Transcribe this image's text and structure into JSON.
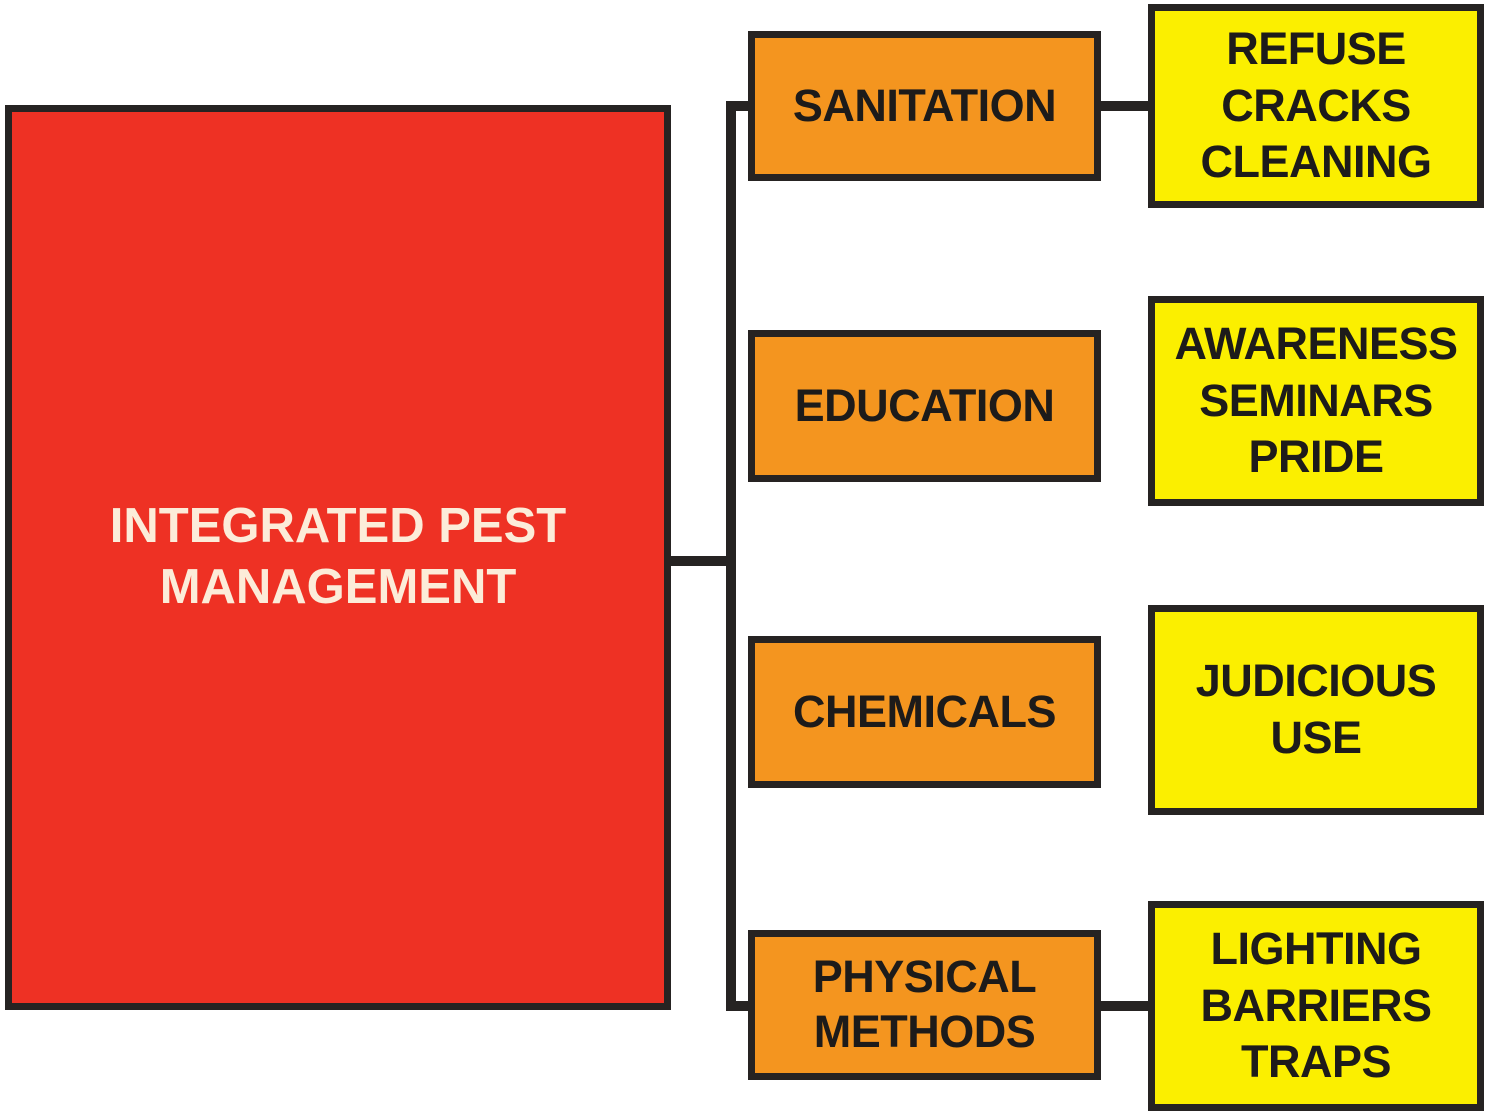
{
  "diagram": {
    "title": "Integrated Pest Management",
    "type": "hierarchy-tree",
    "colors": {
      "root_fill": "#ee3124",
      "root_text": "#fcecd9",
      "branch_fill": "#f4951f",
      "leaf_fill": "#fbef00",
      "border": "#262322",
      "text": "#1d1b1a",
      "background": "#ffffff"
    },
    "root": {
      "label": "INTEGRATED PEST MANAGEMENT"
    },
    "branches": [
      {
        "label": "SANITATION",
        "leaf": "REFUSE CRACKS CLEANING",
        "connected_to_trunk": true,
        "connected_to_leaf": true
      },
      {
        "label": "EDUCATION",
        "leaf": "AWARENESS SEMINARS PRIDE",
        "connected_to_trunk": false,
        "connected_to_leaf": false
      },
      {
        "label": "CHEMICALS",
        "leaf": "JUDICIOUS USE",
        "connected_to_trunk": false,
        "connected_to_leaf": false
      },
      {
        "label": "PHYSICAL METHODS",
        "leaf": "LIGHTING BARRIERS TRAPS",
        "connected_to_trunk": true,
        "connected_to_leaf": true
      }
    ]
  }
}
